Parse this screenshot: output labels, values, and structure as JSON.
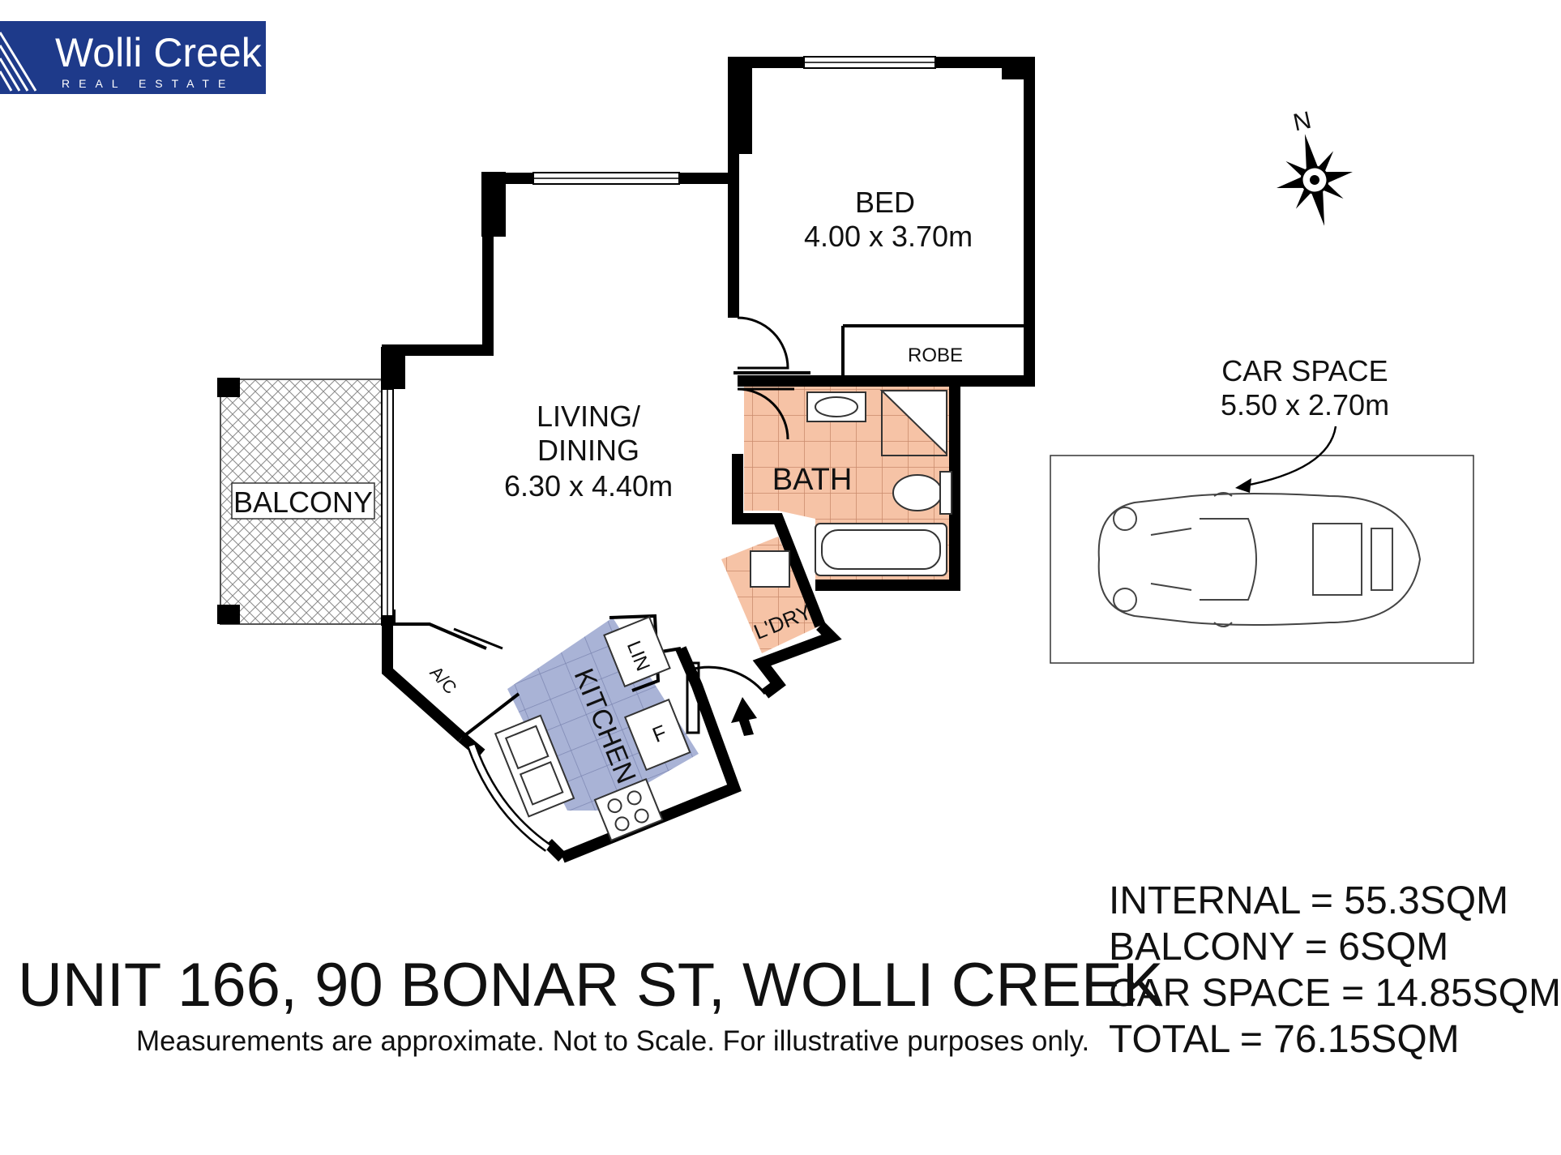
{
  "brand": {
    "name": "Wolli Creek",
    "sub": "REAL ESTATE",
    "color": "#1e3a8a"
  },
  "rooms": {
    "bed": {
      "label": "BED",
      "size": "4.00 x 3.70m"
    },
    "robe": {
      "label": "ROBE"
    },
    "living": {
      "label_line1": "LIVING/",
      "label_line2": "DINING",
      "size": "6.30 x 4.40m"
    },
    "bath": {
      "label": "BATH"
    },
    "laundry": {
      "label": "L'DRY"
    },
    "balcony": {
      "label": "BALCONY"
    },
    "kitchen": {
      "label": "KITCHEN"
    },
    "linen": {
      "label": "LIN"
    },
    "fridge": {
      "label": "F"
    },
    "ac": {
      "label": "A/C"
    }
  },
  "car_space": {
    "label": "CAR SPACE",
    "size": "5.50 x 2.70m"
  },
  "compass": {
    "label": "N",
    "icon": "compass-rose-icon"
  },
  "address": "UNIT 166, 90 BONAR ST, WOLLI CREEK",
  "disclaimer": "Measurements are approximate. Not to Scale. For illustrative purposes only.",
  "areas": {
    "internal": "INTERNAL = 55.3SQM",
    "balcony": "BALCONY = 6SQM",
    "car_space": "CAR SPACE = 14.85SQM",
    "total": "TOTAL = 76.15SQM"
  },
  "colors": {
    "wet_area": "#f6c3a6",
    "kitchen": "#a9b3d6",
    "wall": "#000000"
  }
}
